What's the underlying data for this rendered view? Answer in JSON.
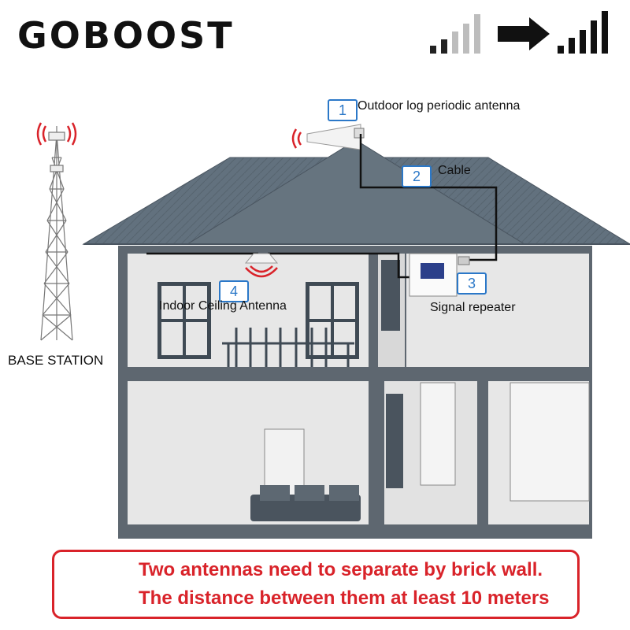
{
  "brand": "GOBOOST",
  "labels": {
    "antenna_outdoor": "Outdoor log periodic antenna",
    "cable": "Cable",
    "repeater": "Signal repeater",
    "antenna_indoor": "Indoor Ceiling Antenna",
    "base_station": "BASE STATION"
  },
  "numbers": [
    "1",
    "2",
    "3",
    "4"
  ],
  "warning": {
    "line1": "Two antennas need to separate by brick wall.",
    "line2": "The distance between them at least 10 meters"
  },
  "signal_bars": {
    "weak_filled": 2,
    "strong_filled": 5,
    "total": 5
  },
  "icons": [
    "signal-weak-icon",
    "arrow-right-icon",
    "signal-strong-icon",
    "warning-triangle-icon"
  ],
  "colors": {
    "accent_red": "#d9232a",
    "badge_blue": "#2b78c8",
    "roof": "#5f6f7c"
  }
}
